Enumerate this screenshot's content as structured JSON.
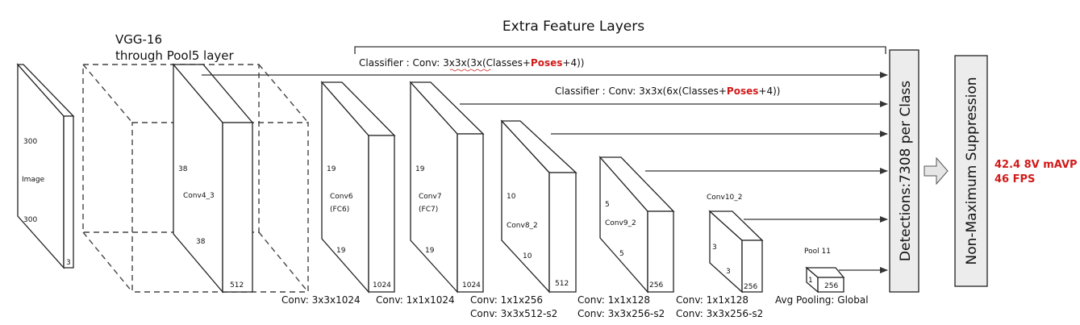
{
  "header": {
    "extra_feature_layers": "Extra Feature Layers",
    "vgg_line1": "VGG-16",
    "vgg_line2": "through Pool5 layer"
  },
  "classifier_top": {
    "prefix": "Classifier : Conv: 3x3x(3x(Classes+",
    "highlight": "Poses",
    "suffix": "+4))"
  },
  "classifier_mid": {
    "prefix": "Classifier : Conv: 3x3x(6x(Classes+",
    "highlight": "Poses",
    "suffix": "+4))"
  },
  "blocks": {
    "image": {
      "label": "Image",
      "h": "300",
      "w": "300",
      "d": "3"
    },
    "conv4_3": {
      "label": "Conv4_3",
      "h": "38",
      "w": "38",
      "d": "512"
    },
    "conv6": {
      "label1": "Conv6",
      "label2": "(FC6)",
      "h": "19",
      "w": "19",
      "d": "1024"
    },
    "conv7": {
      "label1": "Conv7",
      "label2": "(FC7)",
      "h": "19",
      "w": "19",
      "d": "1024"
    },
    "conv8_2": {
      "label": "Conv8_2",
      "h": "10",
      "w": "10",
      "d": "512"
    },
    "conv9_2": {
      "label": "Conv9_2",
      "h": "5",
      "w": "5",
      "d": "256"
    },
    "conv10_2": {
      "label": "Conv10_2",
      "h": "3",
      "w": "3",
      "d": "256"
    },
    "pool11": {
      "label": "Pool 11",
      "h": "1",
      "d": "256"
    }
  },
  "ops": {
    "op1": "Conv: 3x3x1024",
    "op2": "Conv: 1x1x1024",
    "op3a": "Conv: 1x1x256",
    "op3b": "Conv:  3x3x512-s2",
    "op4a": "Conv: 1x1x128",
    "op4b": "Conv: 3x3x256-s2",
    "op5a": "Conv: 1x1x128",
    "op5b": "Conv: 3x3x256-s2",
    "op6": "Avg Pooling: Global"
  },
  "detections_panel": "Detections:7308  per Class",
  "nms_panel": "Non-Maximum Suppression",
  "results": {
    "line1": "42.4 8V mAVP",
    "line2": "46  FPS"
  },
  "colors": {
    "accent_red": "#d11a1a",
    "panel_fill": "#ececec",
    "stroke": "#222222"
  }
}
